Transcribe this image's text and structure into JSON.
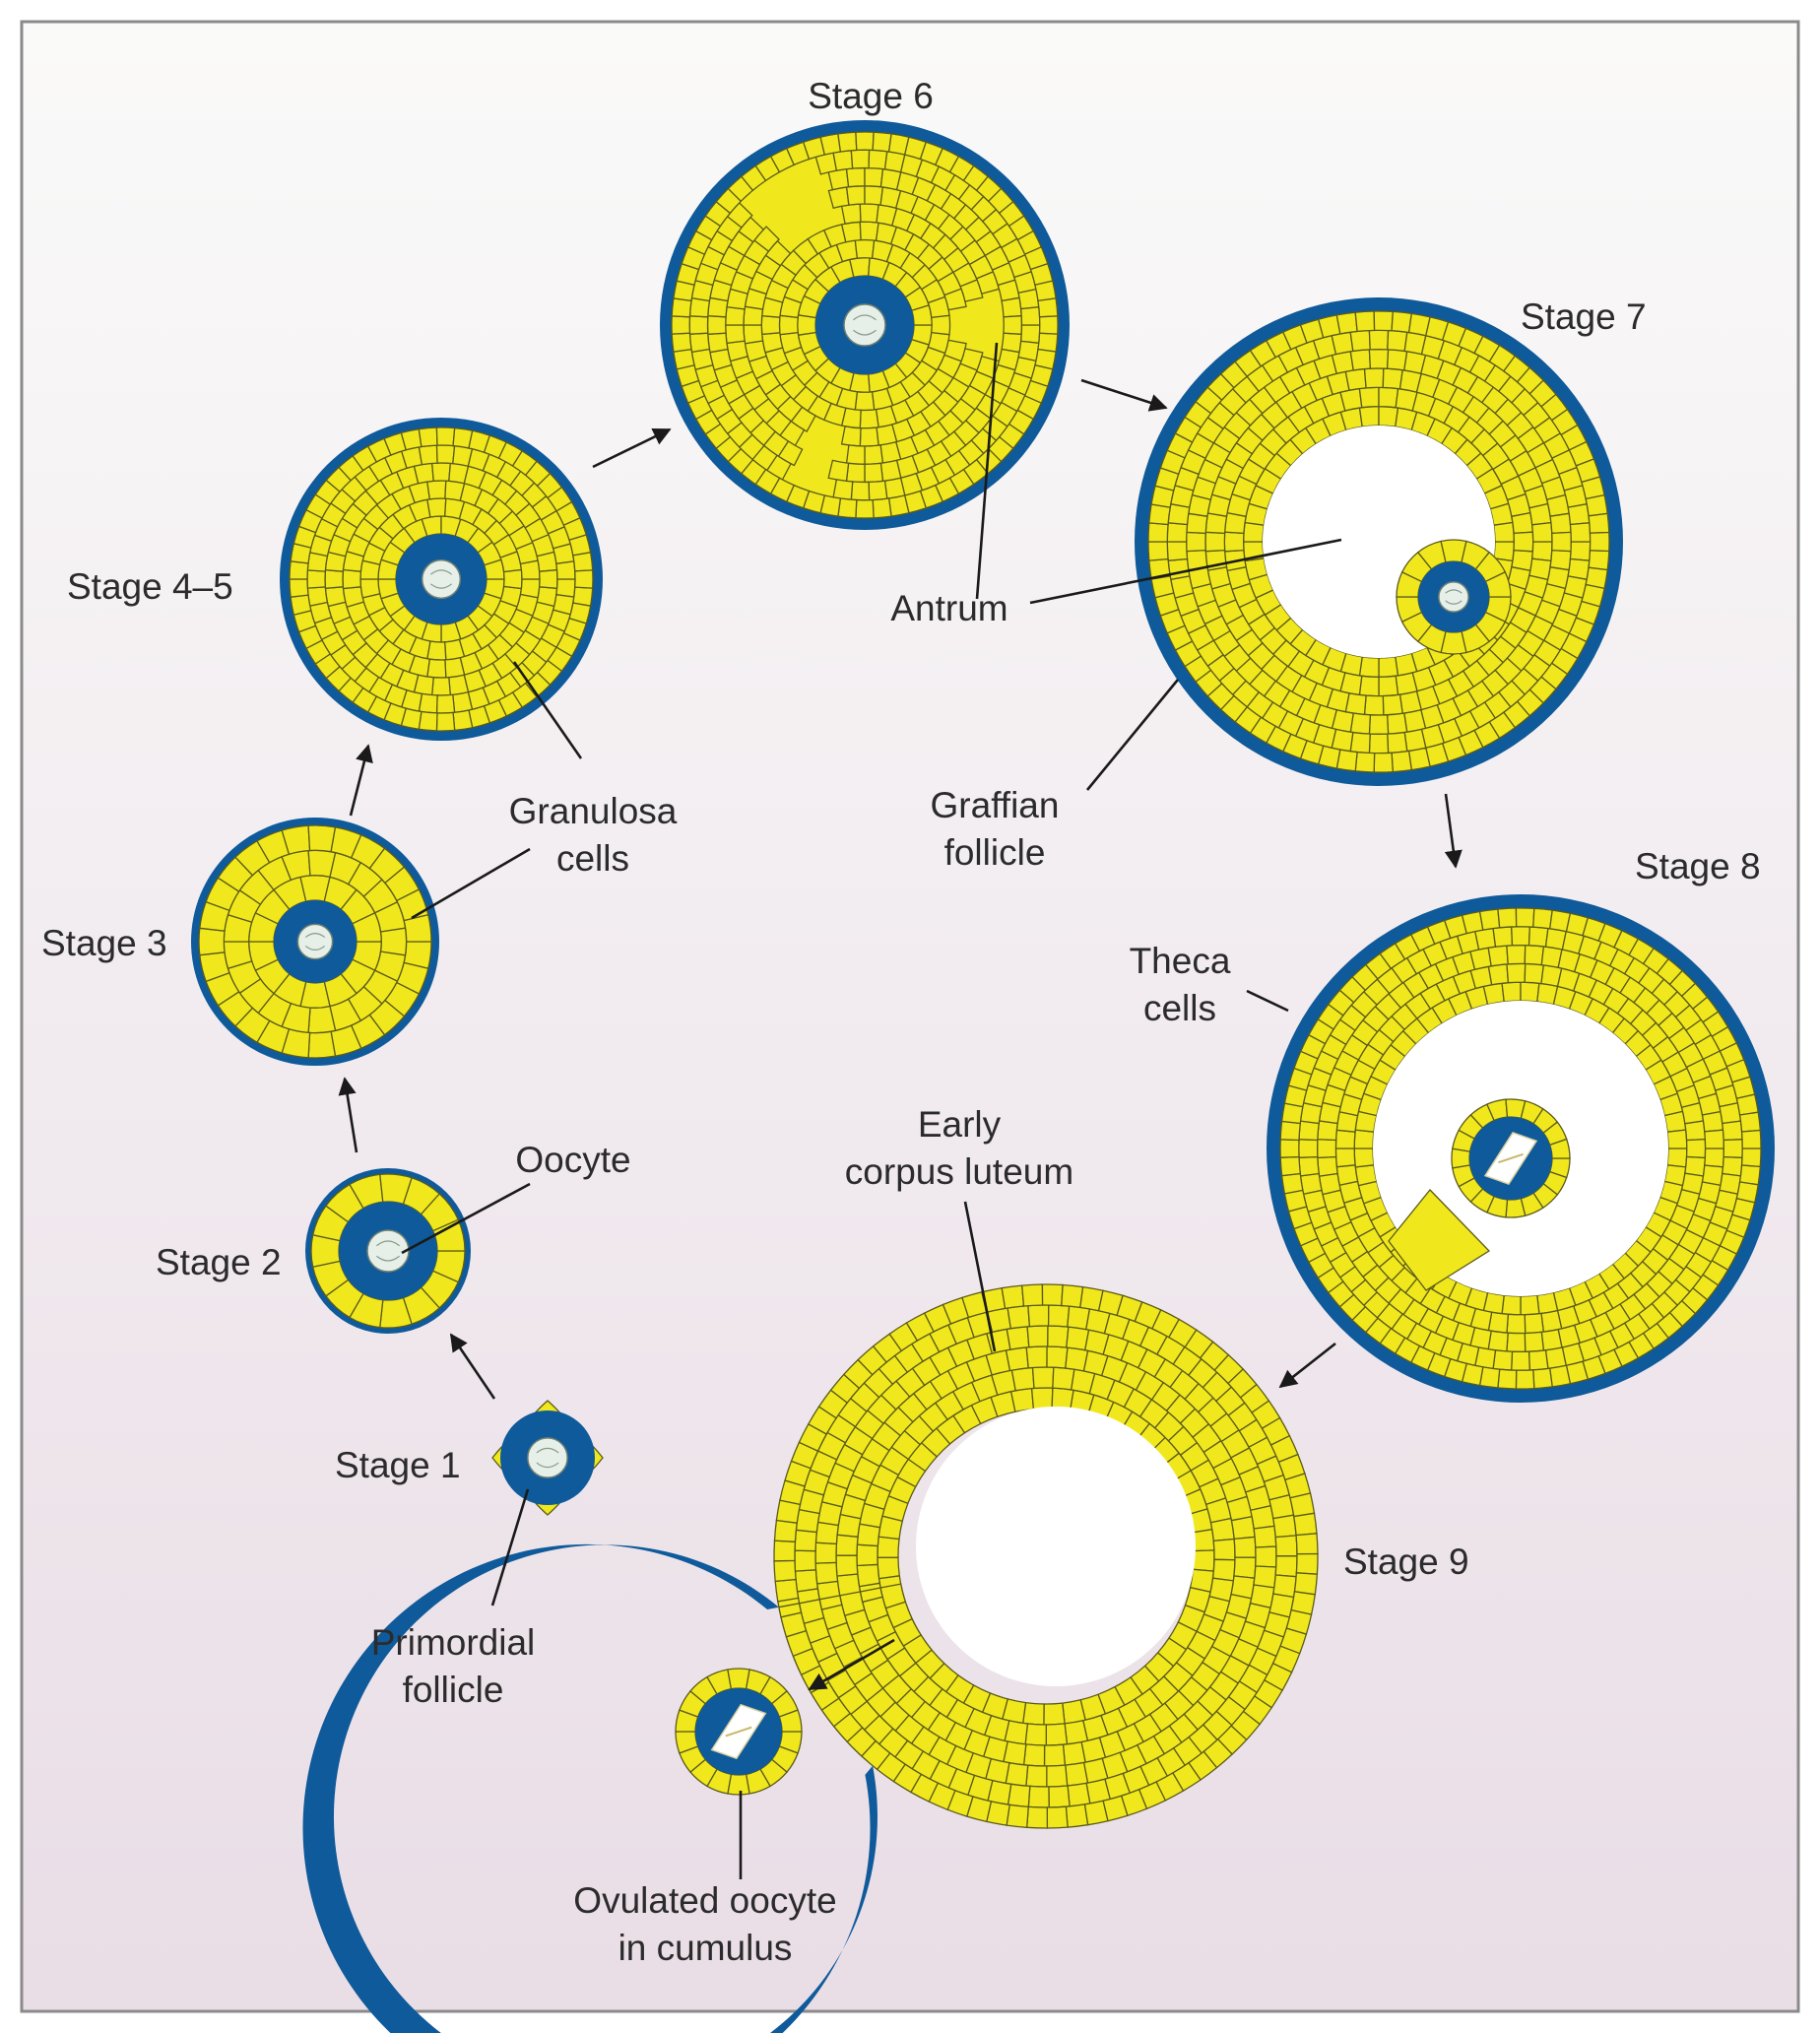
{
  "colors": {
    "background_top": "#fafaf9",
    "background_bottom": "#e9dde6",
    "frame": "#8a8a8a",
    "follicle_rim": "#0f5a9a",
    "granulosa": "#f0e81c",
    "cell_outline": "#5b5a1a",
    "antrum": "#ffffff",
    "nucleus": "#e6efe8",
    "text": "#2b2b2b",
    "line": "#1a1a1a"
  },
  "labels": {
    "stage1": "Stage 1",
    "stage2": "Stage 2",
    "stage3": "Stage 3",
    "stage45": "Stage 4–5",
    "stage6": "Stage 6",
    "stage7": "Stage 7",
    "stage8": "Stage 8",
    "stage9": "Stage 9",
    "primordial_1": "Primordial",
    "primordial_2": "follicle",
    "oocyte": "Oocyte",
    "granulosa_1": "Granulosa",
    "granulosa_2": "cells",
    "antrum": "Antrum",
    "graffian_1": "Graffian",
    "graffian_2": "follicle",
    "theca_1": "Theca",
    "theca_2": "cells",
    "early_cl_1": "Early",
    "early_cl_2": "corpus luteum",
    "ovulated_1": "Ovulated oocyte",
    "ovulated_2": "in cumulus"
  },
  "icons": {
    "arrow": "arrow-icon"
  }
}
